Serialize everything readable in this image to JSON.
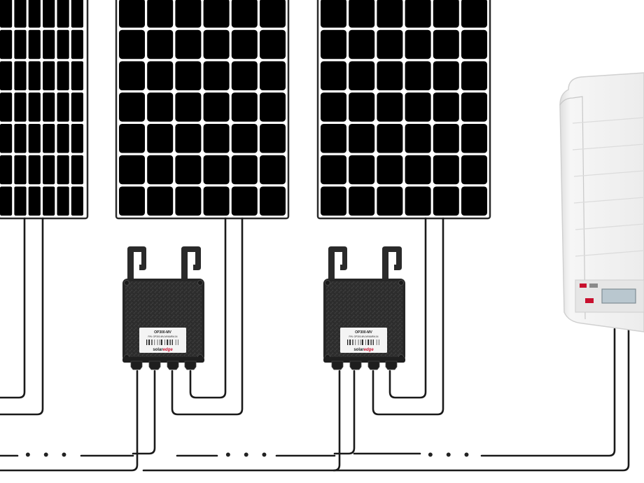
{
  "diagram": {
    "panel_count": 3,
    "panel_grid": {
      "rows": 7,
      "cols": 6
    },
    "optimizer_count": 2,
    "optimizer": {
      "model": "OP300-MV",
      "subtitle": "P/N: OP300-MV-MV6ARM-04",
      "brand_prefix": "solar",
      "brand_suffix": "edge"
    },
    "continuation_mark": "• • •",
    "colors": {
      "panel_cell": "#000000",
      "panel_gap": "#ffffff",
      "panel_frame": "#2a2a2a",
      "wire": "#1a1a1a",
      "optimizer_body": "#2b2b2b",
      "inverter_body": "#f1f1f1",
      "brand_accent": "#c8102e"
    }
  }
}
